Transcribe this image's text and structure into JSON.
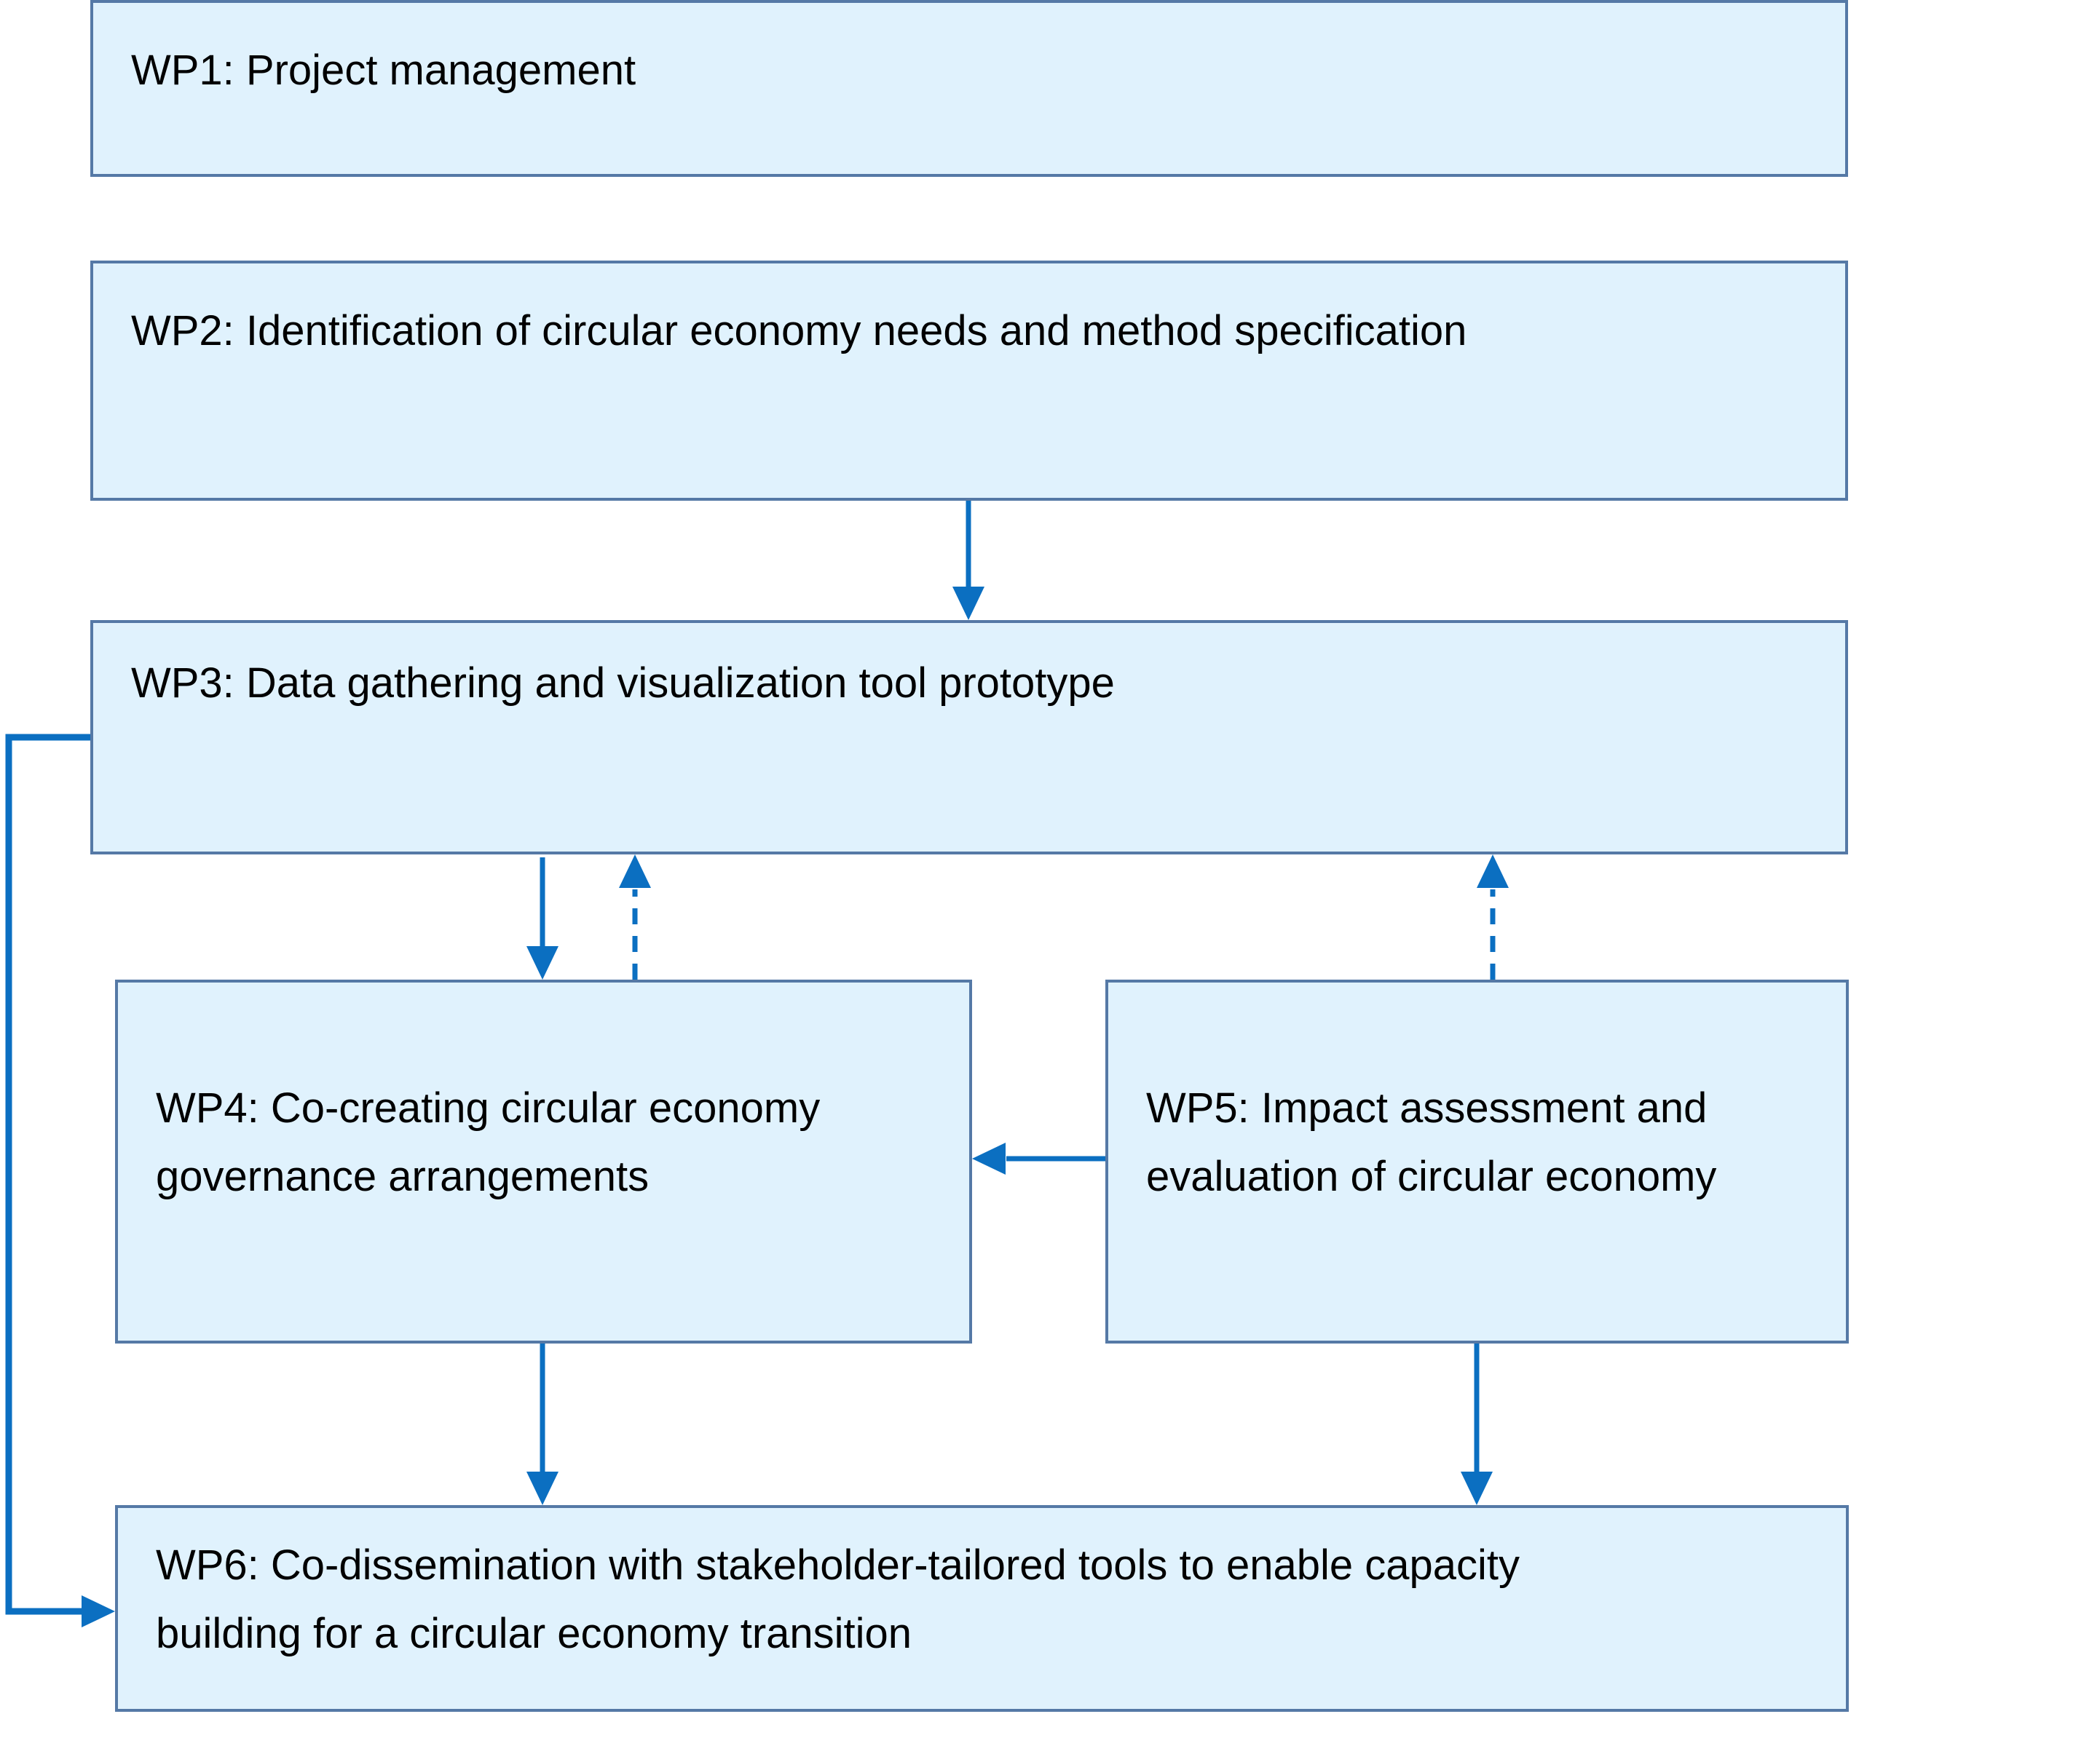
{
  "diagram": {
    "colors": {
      "box_fill": "#e0f2fd",
      "box_border": "#5579a6",
      "arrow": "#0b6fc1"
    },
    "boxes": {
      "wp1": {
        "label": "WP1: Project management"
      },
      "wp2": {
        "label": "WP2: Identification of circular economy needs and method specification"
      },
      "wp3": {
        "label": "WP3: Data gathering and visualization tool prototype"
      },
      "wp4": {
        "label": "WP4: Co-creating circular economy\ngovernance arrangements"
      },
      "wp5": {
        "label": "WP5: Impact assessment and\nevaluation of circular economy"
      },
      "wp6": {
        "label": "WP6: Co-dissemination with stakeholder-tailored tools to enable capacity\nbuilding for a circular economy transition"
      }
    },
    "connections": [
      {
        "from": "wp2",
        "to": "wp3",
        "style": "solid"
      },
      {
        "from": "wp3",
        "to": "wp4",
        "style": "solid"
      },
      {
        "from": "wp4",
        "to": "wp3",
        "style": "dashed"
      },
      {
        "from": "wp5",
        "to": "wp3",
        "style": "dashed"
      },
      {
        "from": "wp5",
        "to": "wp4",
        "style": "solid"
      },
      {
        "from": "wp4",
        "to": "wp6",
        "style": "solid"
      },
      {
        "from": "wp5",
        "to": "wp6",
        "style": "solid"
      },
      {
        "from": "wp3",
        "to": "wp6",
        "style": "solid"
      }
    ]
  }
}
